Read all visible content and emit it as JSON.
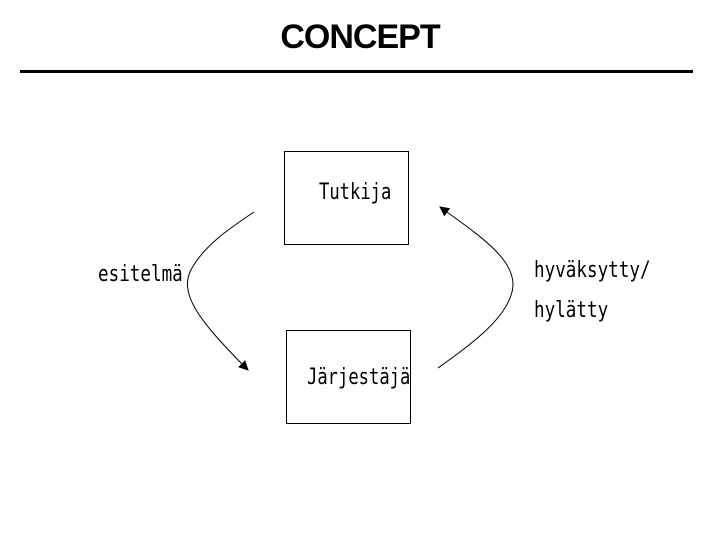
{
  "header": {
    "title": "CONCEPT"
  },
  "diagram": {
    "top_box": {
      "label": "Tutkija"
    },
    "bottom_box": {
      "label": "Järjestäjä"
    },
    "left_arrow": {
      "label": "esitelmä"
    },
    "right_arrow": {
      "label_line1": "hyväksytty/",
      "label_line2": "hylätty"
    }
  }
}
